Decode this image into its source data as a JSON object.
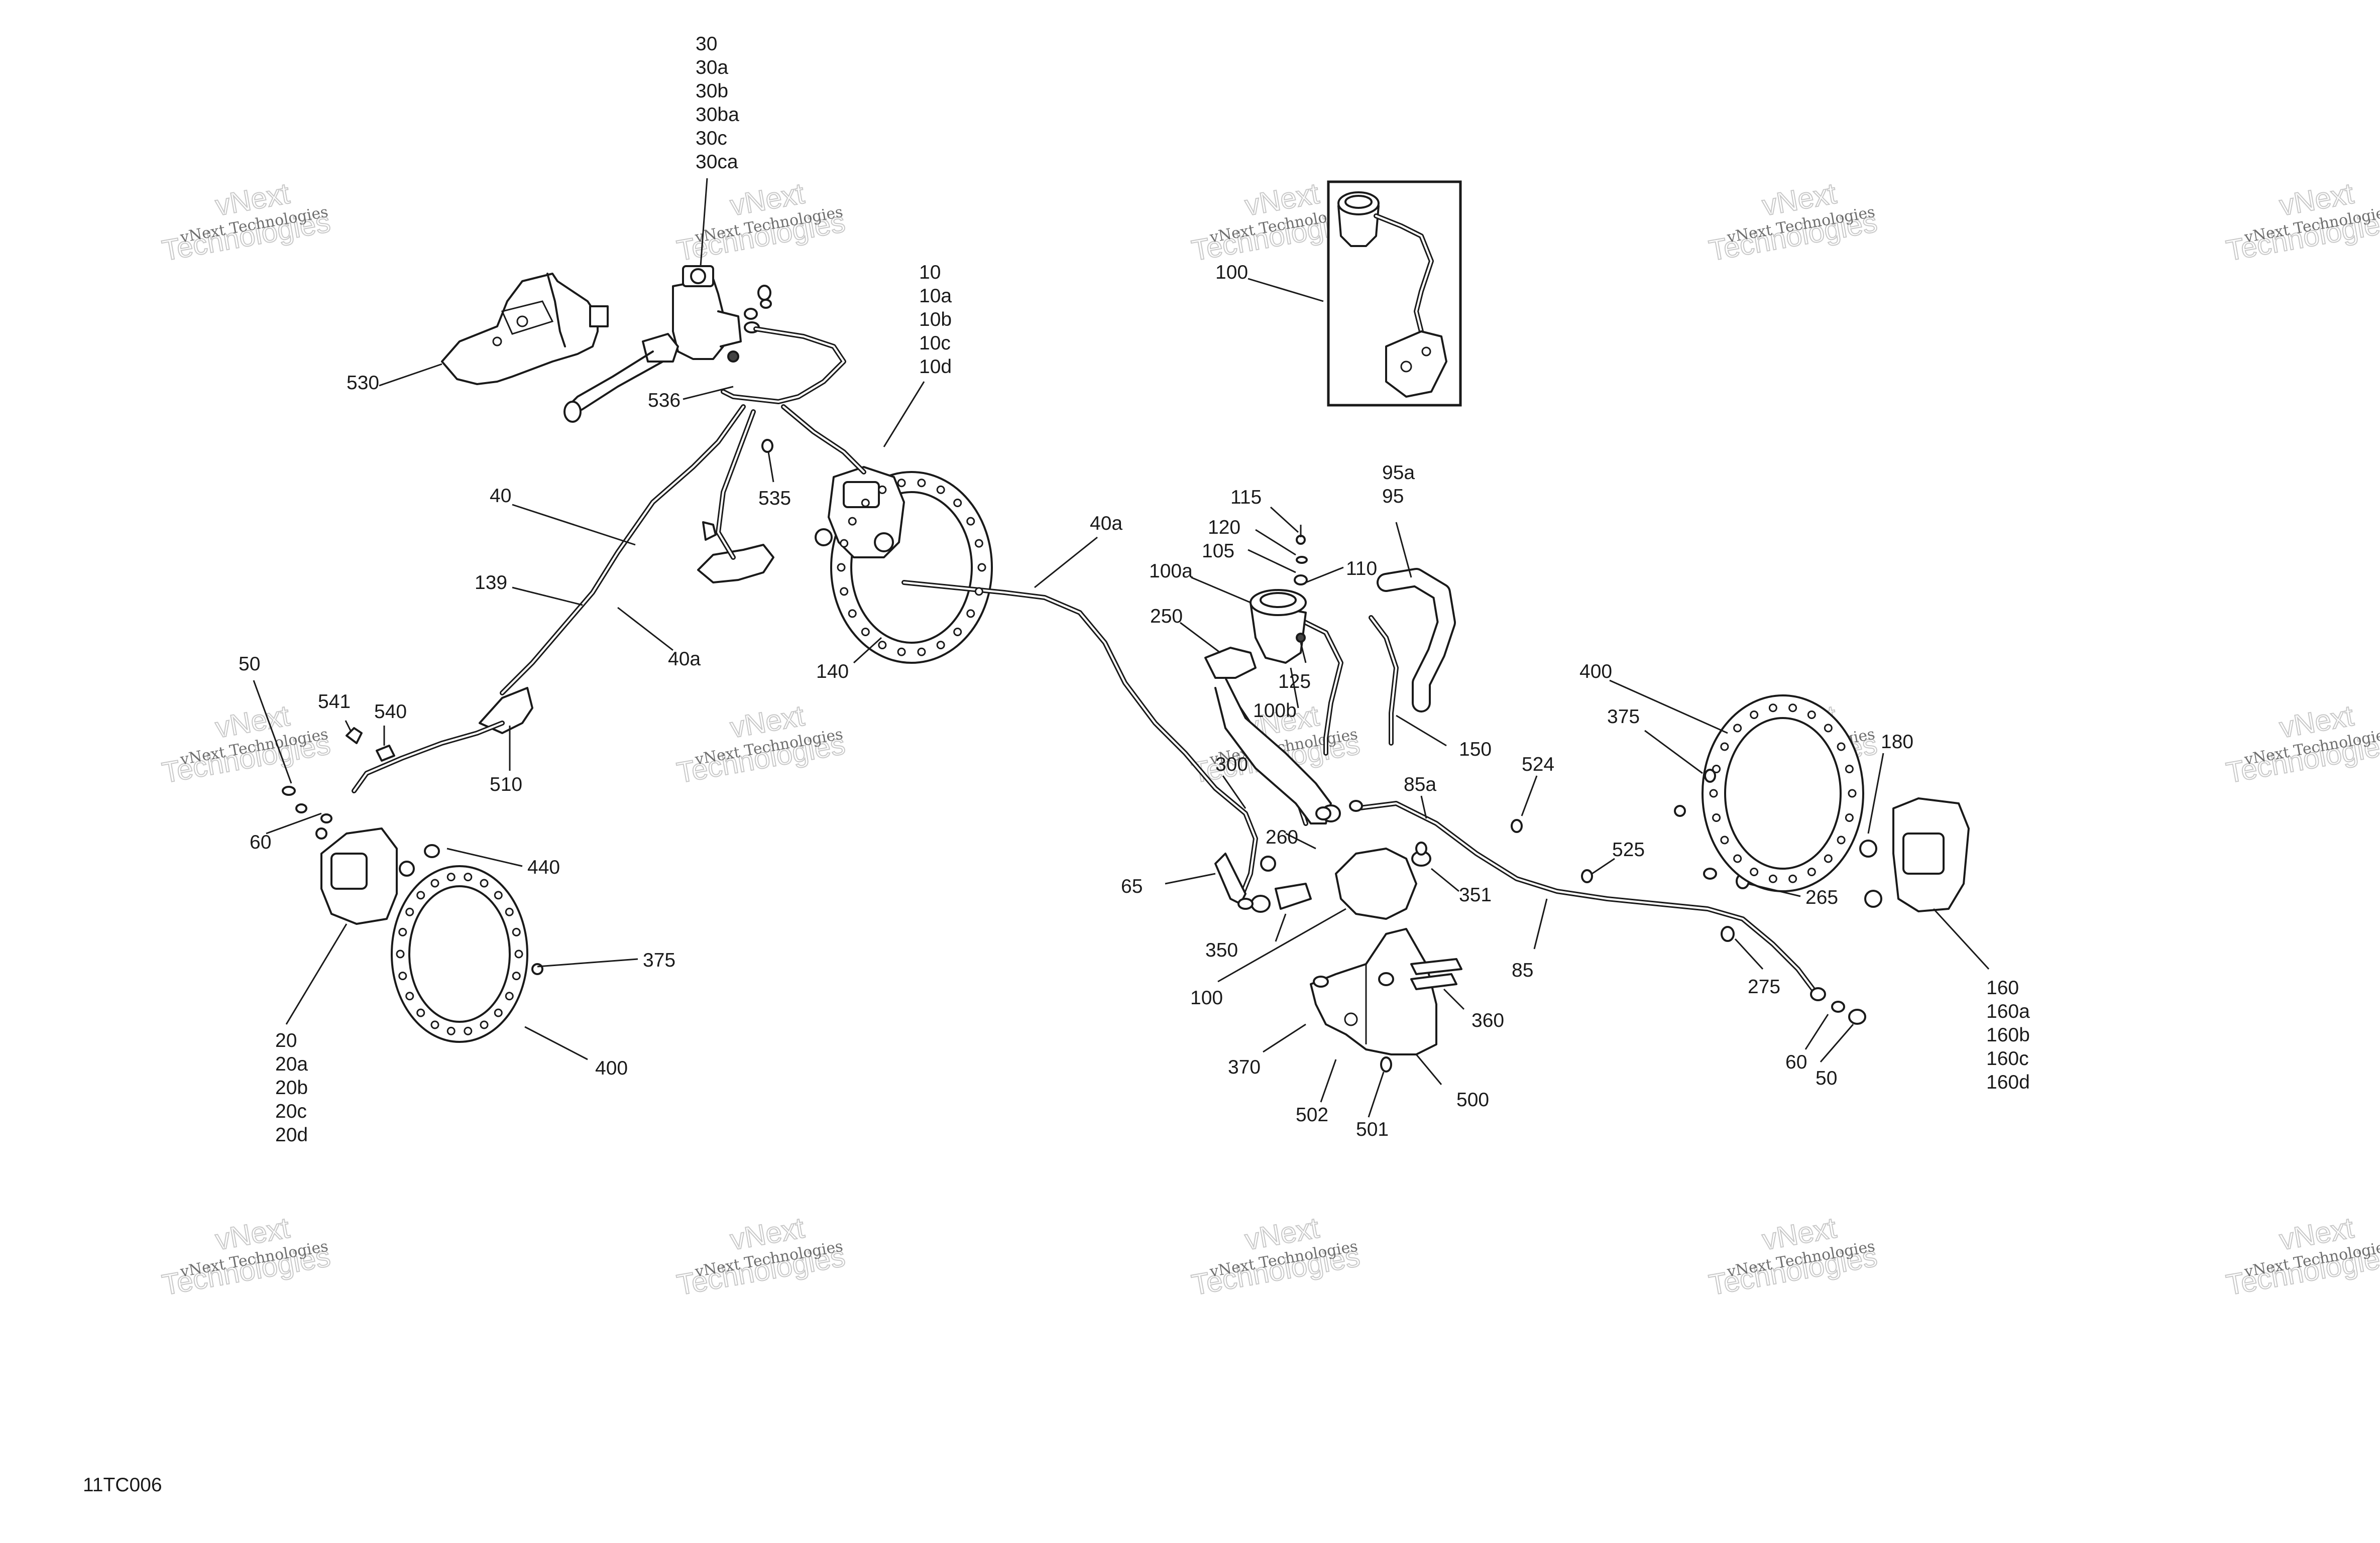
{
  "figure_code": "11TC006",
  "watermark": {
    "line1": "vNext Technologies",
    "line2": "vNext",
    "line3": "Technologies"
  },
  "callouts": [
    {
      "id": "c-30",
      "lines": [
        "30",
        "30a",
        "30b",
        "30ba",
        "30c",
        "30ca"
      ]
    },
    {
      "id": "c-10",
      "lines": [
        "10",
        "10a",
        "10b",
        "10c",
        "10d"
      ]
    },
    {
      "id": "c-530",
      "lines": [
        "530"
      ]
    },
    {
      "id": "c-536",
      "lines": [
        "536"
      ]
    },
    {
      "id": "c-535",
      "lines": [
        "535"
      ]
    },
    {
      "id": "c-40",
      "lines": [
        "40"
      ]
    },
    {
      "id": "c-139",
      "lines": [
        "139"
      ]
    },
    {
      "id": "c-40a-left",
      "lines": [
        "40a"
      ]
    },
    {
      "id": "c-40a-mid",
      "lines": [
        "40a"
      ]
    },
    {
      "id": "c-140",
      "lines": [
        "140"
      ]
    },
    {
      "id": "c-100-inset",
      "lines": [
        "100"
      ]
    },
    {
      "id": "c-115",
      "lines": [
        "115"
      ]
    },
    {
      "id": "c-120",
      "lines": [
        "120"
      ]
    },
    {
      "id": "c-105",
      "lines": [
        "105"
      ]
    },
    {
      "id": "c-100a",
      "lines": [
        "100a"
      ]
    },
    {
      "id": "c-110",
      "lines": [
        "110"
      ]
    },
    {
      "id": "c-95",
      "lines": [
        "95a",
        "95"
      ]
    },
    {
      "id": "c-250",
      "lines": [
        "250"
      ]
    },
    {
      "id": "c-125",
      "lines": [
        "125"
      ]
    },
    {
      "id": "c-100b",
      "lines": [
        "100b"
      ]
    },
    {
      "id": "c-150",
      "lines": [
        "150"
      ]
    },
    {
      "id": "c-300",
      "lines": [
        "300"
      ]
    },
    {
      "id": "c-260",
      "lines": [
        "260"
      ]
    },
    {
      "id": "c-85a",
      "lines": [
        "85a"
      ]
    },
    {
      "id": "c-524",
      "lines": [
        "524"
      ]
    },
    {
      "id": "c-525",
      "lines": [
        "525"
      ]
    },
    {
      "id": "c-351",
      "lines": [
        "351"
      ]
    },
    {
      "id": "c-65",
      "lines": [
        "65"
      ]
    },
    {
      "id": "c-350",
      "lines": [
        "350"
      ]
    },
    {
      "id": "c-100-main",
      "lines": [
        "100"
      ]
    },
    {
      "id": "c-85",
      "lines": [
        "85"
      ]
    },
    {
      "id": "c-360",
      "lines": [
        "360"
      ]
    },
    {
      "id": "c-370",
      "lines": [
        "370"
      ]
    },
    {
      "id": "c-502",
      "lines": [
        "502"
      ]
    },
    {
      "id": "c-501",
      "lines": [
        "501"
      ]
    },
    {
      "id": "c-500",
      "lines": [
        "500"
      ]
    },
    {
      "id": "c-400-right",
      "lines": [
        "400"
      ]
    },
    {
      "id": "c-375-right",
      "lines": [
        "375"
      ]
    },
    {
      "id": "c-180",
      "lines": [
        "180"
      ]
    },
    {
      "id": "c-265",
      "lines": [
        "265"
      ]
    },
    {
      "id": "c-275",
      "lines": [
        "275"
      ]
    },
    {
      "id": "c-60-right",
      "lines": [
        "60"
      ]
    },
    {
      "id": "c-50-right",
      "lines": [
        "50"
      ]
    },
    {
      "id": "c-160",
      "lines": [
        "160",
        "160a",
        "160b",
        "160c",
        "160d"
      ]
    },
    {
      "id": "c-50-left",
      "lines": [
        "50"
      ]
    },
    {
      "id": "c-541",
      "lines": [
        "541"
      ]
    },
    {
      "id": "c-540",
      "lines": [
        "540"
      ]
    },
    {
      "id": "c-510",
      "lines": [
        "510"
      ]
    },
    {
      "id": "c-60-left",
      "lines": [
        "60"
      ]
    },
    {
      "id": "c-440",
      "lines": [
        "440"
      ]
    },
    {
      "id": "c-375-left",
      "lines": [
        "375"
      ]
    },
    {
      "id": "c-20",
      "lines": [
        "20",
        "20a",
        "20b",
        "20c",
        "20d"
      ]
    },
    {
      "id": "c-400-left",
      "lines": [
        "400"
      ]
    }
  ]
}
